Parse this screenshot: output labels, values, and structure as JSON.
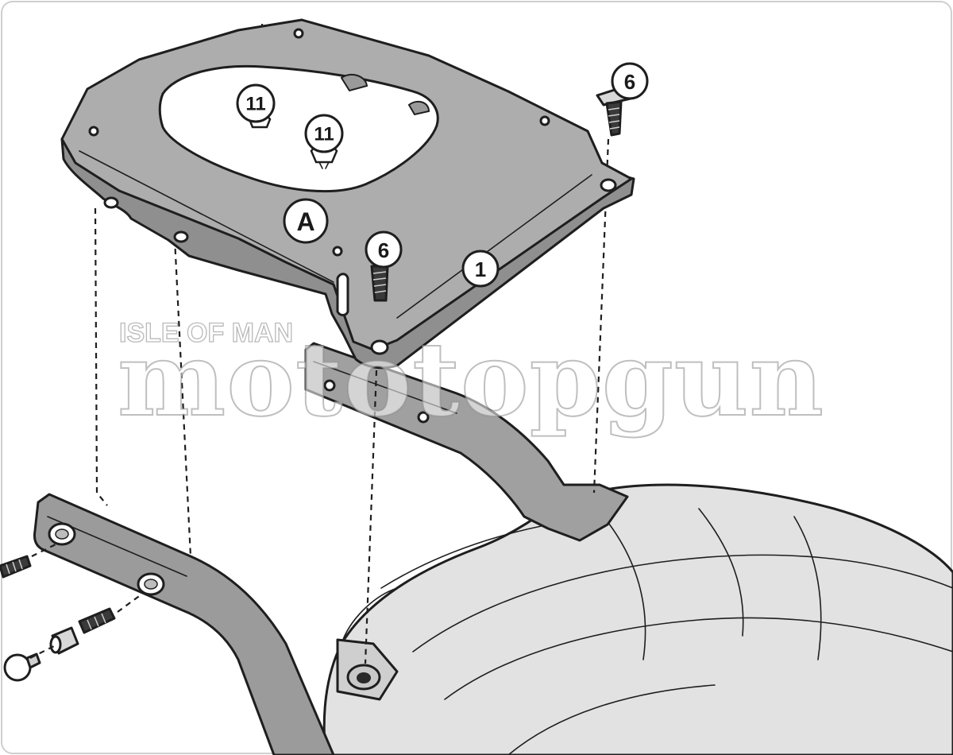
{
  "callouts": {
    "plate": "A",
    "plate_part": "1",
    "screw_top_right": "6",
    "screw_center": "6",
    "clip_upper": "11",
    "clip_lower": "11"
  },
  "watermark": {
    "small_text": "ISLE OF MAN",
    "big_text": "mototopgun"
  },
  "colors": {
    "plate_fill": "#a9a9a9",
    "plate_side": "#8e8e8e",
    "bracket_fill": "#9d9d9d",
    "bike_fill": "#e4e4e4",
    "outline": "#1e1e1e"
  }
}
